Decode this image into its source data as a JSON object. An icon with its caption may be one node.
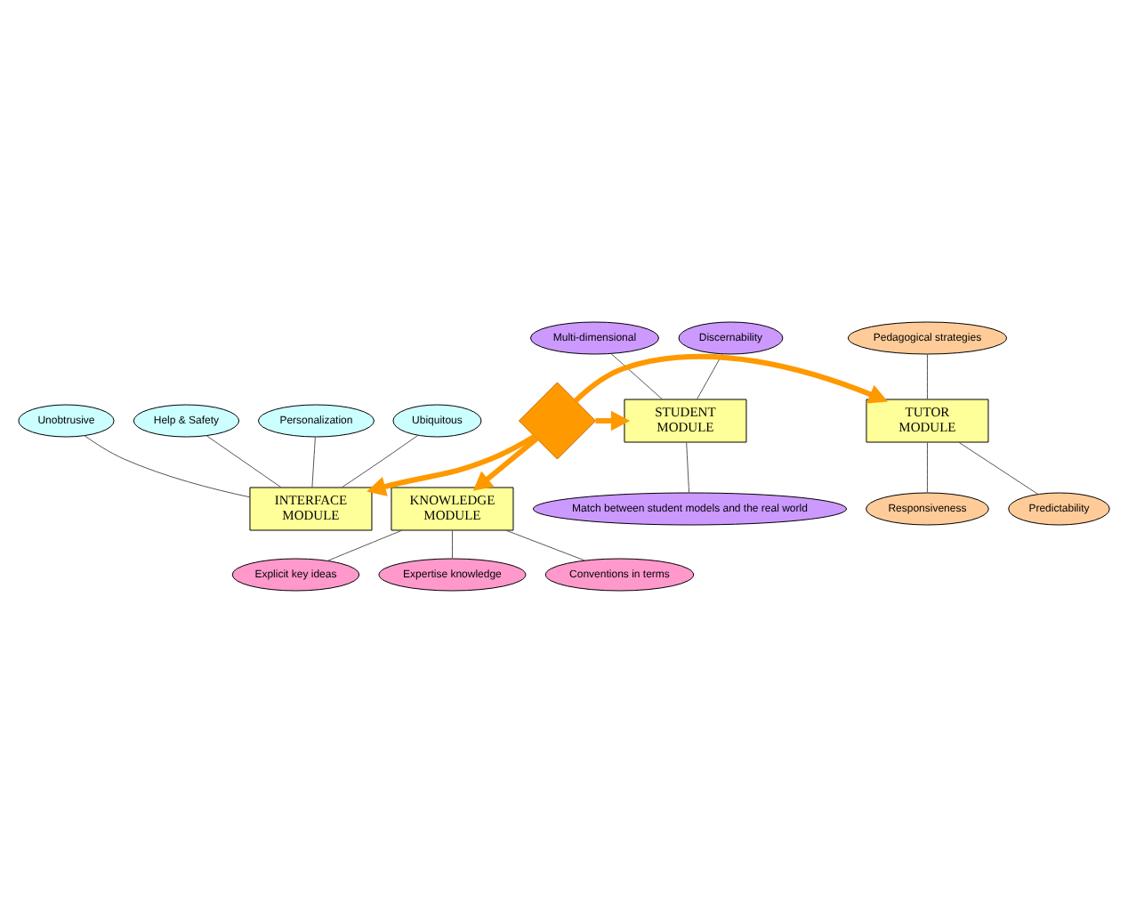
{
  "diagram": {
    "nodes": [
      {
        "text": [
          "INTERFACE MODULE"
        ]
      },
      {
        "text": [
          "STUDENT MODULE"
        ]
      },
      {
        "text": [
          "TUTOR MODULE"
        ]
      },
      {
        "text": [
          "KNOWLEDGE MODULE"
        ]
      },
      {
        "text": [
          "Unobtrusive"
        ]
      },
      {
        "text": [
          "Help & Safety"
        ]
      },
      {
        "text": [
          "Personalization"
        ]
      },
      {
        "text": [
          "Ubiquitous"
        ]
      },
      {
        "text": [
          "Multi-dimensional"
        ]
      },
      {
        "text": [
          "Discernability"
        ]
      },
      {
        "text": [
          "Match between student models and the real world"
        ]
      },
      {
        "text": [
          "Pedagogical strategies"
        ]
      },
      {
        "text": [
          "Predictability"
        ]
      },
      {
        "text": [
          "Responsiveness"
        ]
      },
      {
        "text": [
          "Explicit key ideas"
        ]
      },
      {
        "text": [
          "Expertise knowledge"
        ]
      },
      {
        "text": [
          "Conventions in terms"
        ]
      },
      {
        "text": [],
        "shape": "arrow"
      }
    ],
    "edges": [
      {
        "from": 17,
        "to": 0,
        "arrow": "to",
        "style": "thick",
        "color": "#ff9900"
      },
      {
        "from": 17,
        "to": 1,
        "arrow": "to",
        "style": "thick",
        "color": "#ff9900"
      },
      {
        "from": 17,
        "to": 2,
        "arrow": "to",
        "style": "thick",
        "color": "#ff9900"
      },
      {
        "from": 17,
        "to": 3,
        "arrow": "to",
        "style": "thick",
        "color": "#ff9900"
      },
      {
        "from": 5,
        "to": 0,
        "arrow": "none"
      },
      {
        "from": 4,
        "to": 0,
        "arrow": "none"
      },
      {
        "from": 6,
        "to": 0,
        "arrow": "none"
      },
      {
        "from": 7,
        "to": 0,
        "arrow": "none"
      },
      {
        "from": 8,
        "to": 1,
        "arrow": "none"
      },
      {
        "from": 9,
        "to": 1,
        "arrow": "none"
      },
      {
        "from": 1,
        "to": 10,
        "arrow": "none"
      },
      {
        "from": 11,
        "to": 2,
        "arrow": "none"
      },
      {
        "from": 2,
        "to": 12,
        "arrow": "none"
      },
      {
        "from": 2,
        "to": 13,
        "arrow": "none"
      },
      {
        "from": 3,
        "to": 14,
        "arrow": "none"
      },
      {
        "from": 3,
        "to": 16,
        "arrow": "none"
      },
      {
        "from": 3,
        "to": 15,
        "arrow": "none"
      }
    ]
  }
}
